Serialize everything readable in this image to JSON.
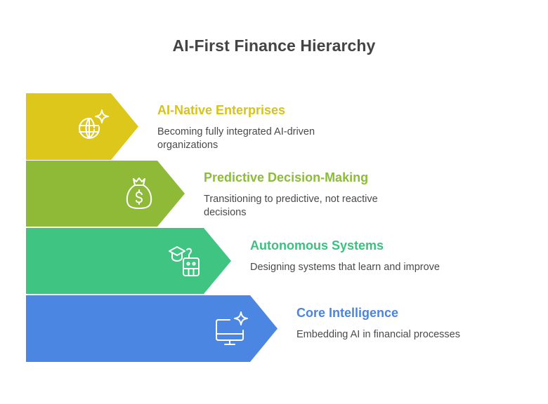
{
  "title": "AI-First Finance Hierarchy",
  "levels": [
    {
      "heading": "AI-Native Enterprises",
      "description": "Becoming fully integrated AI-driven organizations",
      "icon": "globe-sparkle-icon",
      "color": "#DDC71A",
      "heading_color": "#D6C31C"
    },
    {
      "heading": "Predictive Decision-Making",
      "description": "Transitioning to predictive, not reactive decisions",
      "icon": "money-bag-icon",
      "color": "#8FBA38",
      "heading_color": "#8DBB3A"
    },
    {
      "heading": "Autonomous Systems",
      "description": "Designing systems that learn and improve",
      "icon": "graduation-robot-icon",
      "color": "#3FC482",
      "heading_color": "#3DC07F"
    },
    {
      "heading": "Core Intelligence",
      "description": "Embedding AI in financial processes",
      "icon": "monitor-sparkle-icon",
      "color": "#4B87E2",
      "heading_color": "#4A85DD"
    }
  ]
}
